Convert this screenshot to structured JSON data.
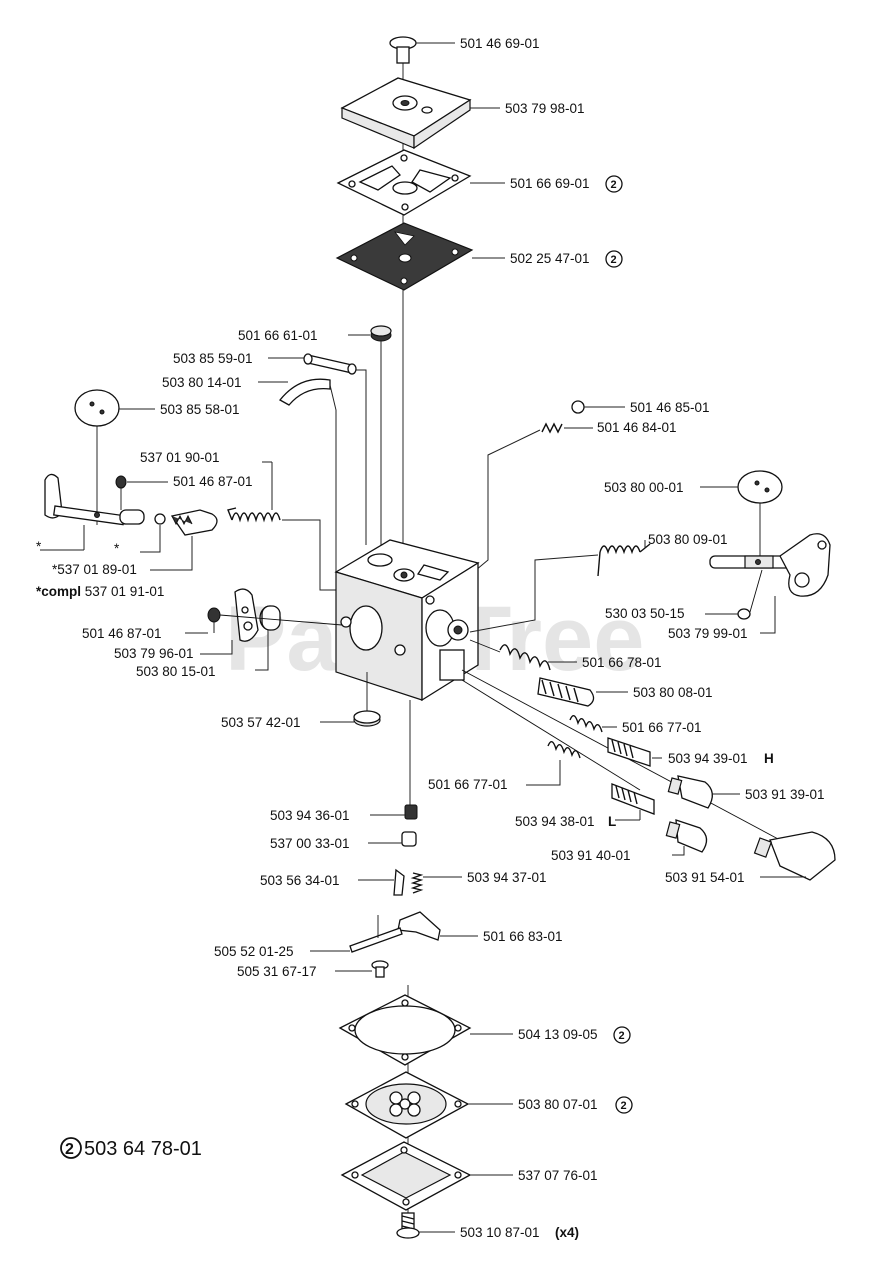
{
  "watermark": "PartsTree",
  "kit_note": {
    "marker": "2",
    "part_number": "503 64 78-01"
  },
  "labels": [
    {
      "id": "screw-top",
      "text": "501 46 69-01"
    },
    {
      "id": "cover-top",
      "text": "503 79 98-01"
    },
    {
      "id": "gasket-pump",
      "text": "501 66 69-01",
      "kit": "2"
    },
    {
      "id": "diaphragm-pump",
      "text": "502 25 47-01",
      "kit": "2"
    },
    {
      "id": "plug",
      "text": "501 66 61-01"
    },
    {
      "id": "sleeve",
      "text": "503 85 59-01"
    },
    {
      "id": "tube",
      "text": "503 80 14-01"
    },
    {
      "id": "choke-valve",
      "text": "503 85 58-01"
    },
    {
      "id": "ball",
      "text": "501 46 85-01"
    },
    {
      "id": "spring-small",
      "text": "501 46 84-01"
    },
    {
      "id": "spring-choke",
      "text": "537 01 90-01"
    },
    {
      "id": "screw-choke",
      "text": "501 46 87-01"
    },
    {
      "id": "choke-shaft-note",
      "text": "*537 01 89-01"
    },
    {
      "id": "choke-compl",
      "prefix": "*compl",
      "text": " 537 01 91-01"
    },
    {
      "id": "throttle-valve",
      "text": "503 80 00-01"
    },
    {
      "id": "spring-throttle",
      "text": "503 80 09-01"
    },
    {
      "id": "screw-throttle",
      "text": "530 03 50-15"
    },
    {
      "id": "throttle-shaft",
      "text": "503 79 99-01"
    },
    {
      "id": "screw-lever",
      "text": "501 46 87-01"
    },
    {
      "id": "lever",
      "text": "503 79 96-01"
    },
    {
      "id": "bushing",
      "text": "503 80 15-01"
    },
    {
      "id": "spring-idle",
      "text": "501 66 78-01"
    },
    {
      "id": "idle-screw",
      "text": "503 80 08-01"
    },
    {
      "id": "welch-plug",
      "text": "503 57 42-01"
    },
    {
      "id": "spring-h",
      "text": "501 66 77-01"
    },
    {
      "id": "needle-h",
      "text": "503 94 39-01",
      "suffix": "H"
    },
    {
      "id": "spring-l",
      "text": "501 66 77-01"
    },
    {
      "id": "limiter-h",
      "text": "503 91 39-01"
    },
    {
      "id": "needle-l",
      "text": "503 94 38-01",
      "suffix": "L"
    },
    {
      "id": "limiter-l",
      "text": "503 91 40-01"
    },
    {
      "id": "limiter-cap",
      "text": "503 91 54-01"
    },
    {
      "id": "nozzle",
      "text": "503 94 36-01"
    },
    {
      "id": "plug-small",
      "text": "537 00 33-01"
    },
    {
      "id": "needle-inlet",
      "text": "503 56 34-01"
    },
    {
      "id": "spring-inlet",
      "text": "503 94 37-01"
    },
    {
      "id": "lever-inlet",
      "text": "501 66 83-01"
    },
    {
      "id": "pin",
      "text": "505 52 01-25"
    },
    {
      "id": "screw-inlet",
      "text": "505 31 67-17"
    },
    {
      "id": "gasket-metering",
      "text": "504 13 09-05",
      "kit": "2"
    },
    {
      "id": "diaphragm-metering",
      "text": "503 80 07-01",
      "kit": "2"
    },
    {
      "id": "cover-bottom",
      "text": "537 07 76-01"
    },
    {
      "id": "screw-bottom",
      "text": "503 10 87-01",
      "suffix": "(x4)"
    }
  ],
  "asterisk": "*"
}
